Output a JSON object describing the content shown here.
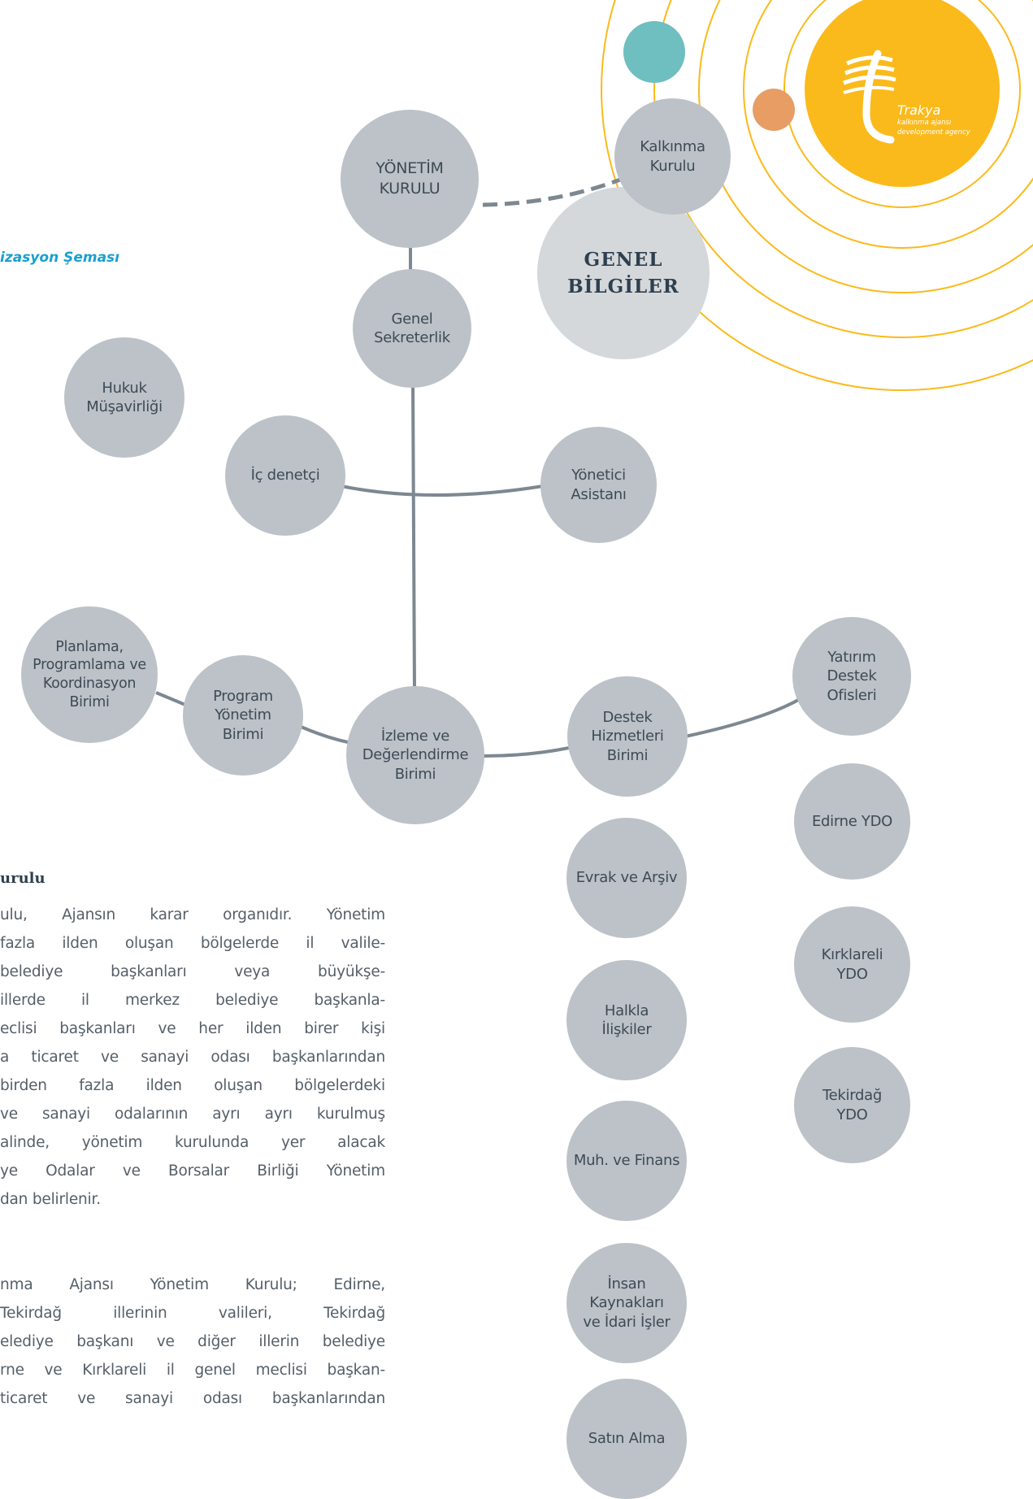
{
  "section_title": "izasyon Şeması",
  "genel_bilgiler": "GENEL\nBİLGİLER",
  "logo": {
    "name": "Trakya",
    "line1": "kalkınma ajansı",
    "line2": "development agency"
  },
  "colors": {
    "node": "#bcc2c8",
    "connector": "#7d8891",
    "accent_yellow": "#fbba1b",
    "accent_teal": "#6fbec0",
    "accent_orange": "#e79d63",
    "title_blue": "#1aa0cf"
  },
  "nodes": {
    "yonetim": "YÖNETİM\nKURULU",
    "kalkinma": "Kalkınma\nKurulu",
    "genel_sekreterlik": "Genel\nSekreterlik",
    "hukuk": "Hukuk\nMüşavirliği",
    "ic_denetci": "İç denetçi",
    "yonetici_asistani": "Yönetici\nAsistanı",
    "planlama": "Planlama,\nProgramlama ve\nKoordinasyon\nBirimi",
    "program": "Program\nYönetim\nBirimi",
    "izleme": "İzleme ve\nDeğerlendirme\nBirimi",
    "destek": "Destek\nHizmetleri\nBirimi",
    "yatirim": "Yatırım\nDestek\nOfisleri",
    "edirne_ydo": "Edirne YDO",
    "kirklareli_ydo": "Kırklareli\nYDO",
    "tekirdag_ydo": "Tekirdağ\nYDO",
    "evrak": "Evrak ve Arşiv",
    "halkla": "Halkla\nİlişkiler",
    "muhasebe": "Muh. ve Finans",
    "insan": "İnsan\nKaynakları\nve İdari İşler",
    "satin": "Satın Alma"
  },
  "kurul": {
    "heading": "urulu",
    "para1": [
      "ulu, Ajansın karar organıdır. Yönetim",
      "fazla ilden oluşan bölgelerde il valile-",
      "belediye başkanları veya büyükşe-",
      "illerde il merkez belediye başkanla-",
      "eclisi başkanları ve her ilden birer kişi",
      "a ticaret ve sanayi odası başkanlarından",
      "birden fazla ilden oluşan bölgelerdeki",
      "ve sanayi odalarının ayrı ayrı kurulmuş",
      "alinde, yönetim kurulunda yer alacak",
      "ye Odalar ve Borsalar Birliği Yönetim",
      "dan belirlenir."
    ],
    "para2": [
      "nma Ajansı Yönetim Kurulu; Edirne,",
      "Tekirdağ illerinin valileri, Tekirdağ",
      "elediye başkanı ve diğer illerin belediye",
      "rne ve Kırklareli il genel meclisi başkan-",
      "ticaret ve sanayi odası başkanlarından"
    ]
  }
}
